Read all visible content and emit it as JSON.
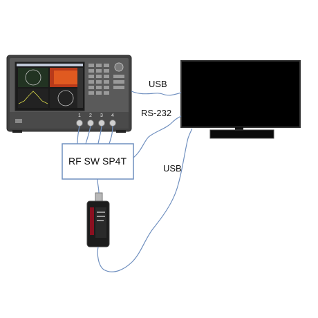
{
  "connections": {
    "analyzer_to_monitor": "USB",
    "switch_to_monitor": "RS-232",
    "sensor_to_monitor": "USB"
  },
  "rf_switch": {
    "label": "RF SW SP4T"
  },
  "analyzer": {
    "port_labels": [
      "1",
      "2",
      "3",
      "4"
    ]
  },
  "colors": {
    "cable": "#6f8fbf",
    "monitor": "#000000",
    "analyzer_body": "#3b3b3b"
  }
}
